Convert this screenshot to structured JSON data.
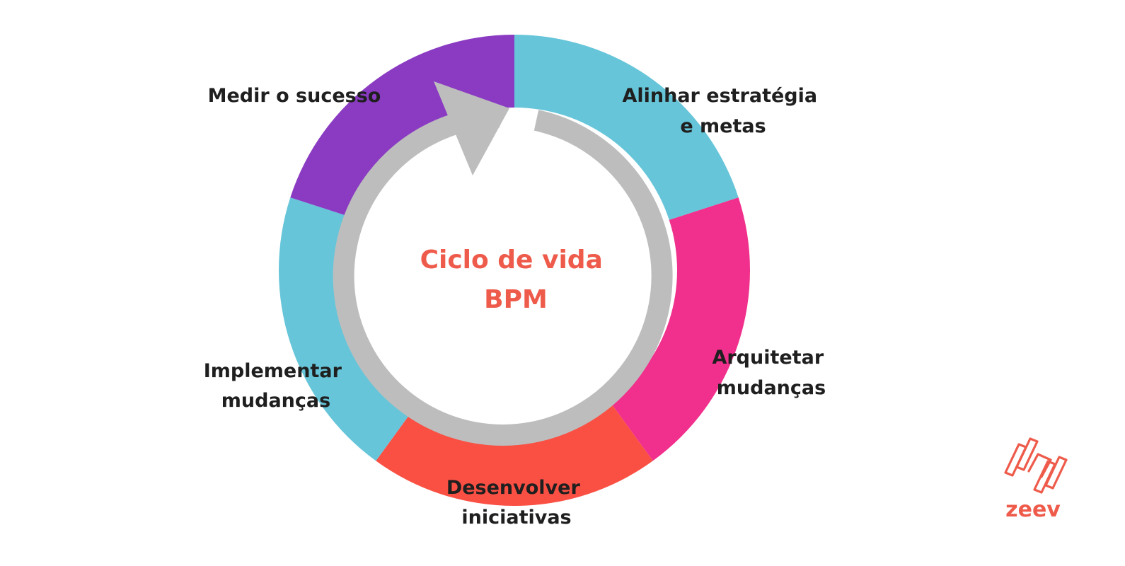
{
  "diagram": {
    "center_title_lines": [
      "Ciclo de vida",
      "BPM"
    ],
    "segments": [
      {
        "lines": [
          "Alinhar estratégia",
          "e metas"
        ],
        "color": "#66C5D9"
      },
      {
        "lines": [
          "Arquitetar",
          "mudanças"
        ],
        "color": "#F0308C"
      },
      {
        "lines": [
          "Desenvolver",
          "iniciativas"
        ],
        "color": "#FA5044"
      },
      {
        "lines": [
          "Implementar",
          "mudanças"
        ],
        "color": "#66C5D9"
      },
      {
        "lines": [
          "Medir o sucesso"
        ],
        "color": "#8A3BC2"
      }
    ],
    "colors": {
      "arrow": "#BDBDBD",
      "center_title": "#EE5B4B",
      "label_text": "#1F1F1F"
    }
  },
  "logo": {
    "name": "zeev",
    "color": "#EE5B4B"
  }
}
